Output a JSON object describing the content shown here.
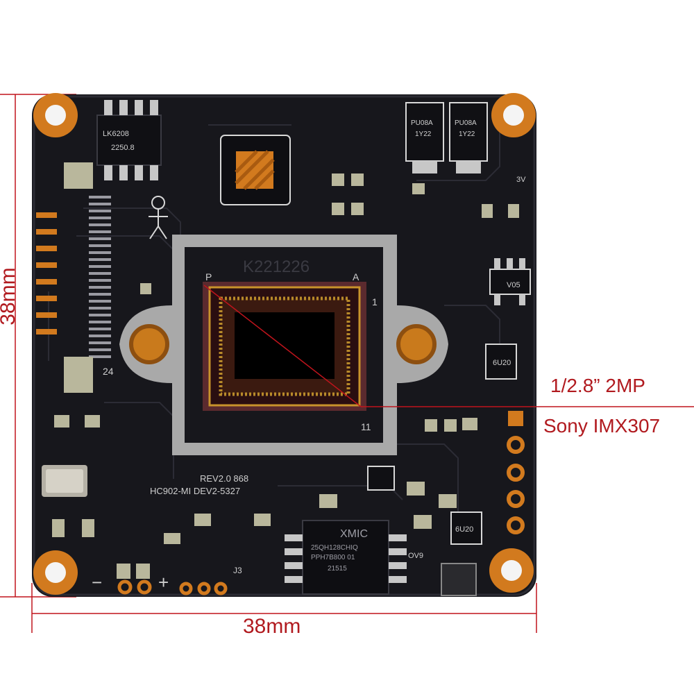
{
  "dimensions": {
    "width_label": "38mm",
    "height_label": "38mm",
    "line_color": "#c0141c"
  },
  "callout": {
    "resolution": "1/2.8” 2MP",
    "sensor": "Sony IMX307"
  },
  "board_markings": {
    "sensor_lot": "K221226",
    "pin_p": "P",
    "pin_a": "A",
    "pin_1": "1",
    "pin_11": "11",
    "rev_a": "REV2.0 868",
    "rev_b": "HC902-MI DEV2-5327",
    "eeprom_top": "LK6208",
    "eeprom_bottom": "2250.8",
    "flash_brand": "XMIC",
    "flash_line1": "25QH128CHIQ",
    "flash_line2": "PPH7B800 01",
    "flash_line3": "21515",
    "reg1": "PU08A",
    "reg2": "1Y22",
    "reg3": "PU08A",
    "reg4": "1Y22",
    "v05": "V05",
    "u20a": "6U20",
    "u20b": "6U20",
    "pin24": "24",
    "three_v": "3V",
    "ov": "OV9",
    "j3": "J3",
    "minus": "−",
    "plus": "+"
  },
  "colors": {
    "board": "#17171c",
    "silkscreen": "#d8d8d8",
    "gold": "#d27a1e",
    "copper": "#b86a3a",
    "sensor_frame": "#a9a9a9"
  }
}
